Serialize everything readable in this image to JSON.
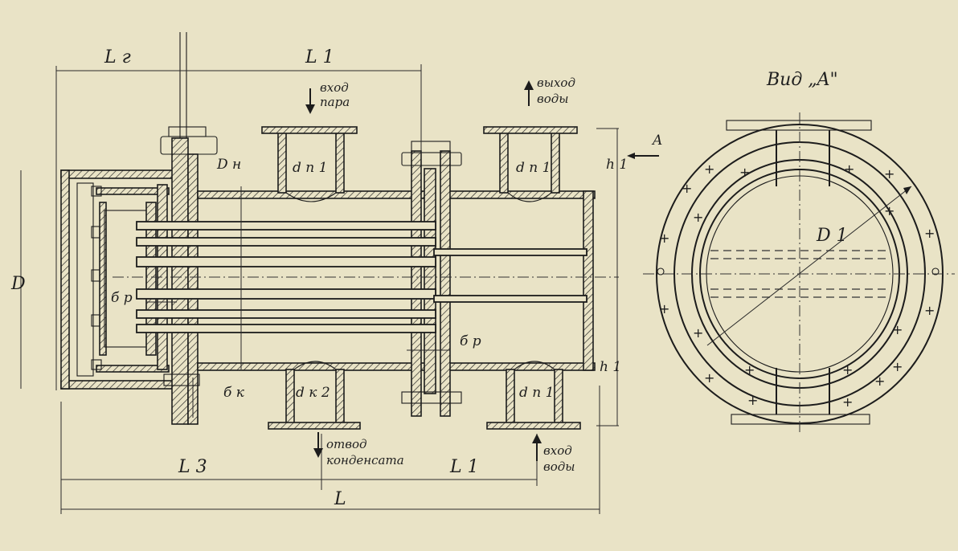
{
  "dimensions": {
    "L_g": "L г",
    "L1_top": "L 1",
    "L1_bottom": "L 1",
    "L3": "L 3",
    "L": "L",
    "D_left": "D",
    "D_n": "D н",
    "h1_top": "h 1",
    "h1_bottom": "h 1",
    "d_p1": "d п 1",
    "d_n1_top": "d п 1",
    "d_k2": "d к 2",
    "d_n1_bottom": "d п 1",
    "delta_p_left": "б р",
    "delta_p_right": "б р",
    "delta_k": "б к",
    "D1": "D 1"
  },
  "labels": {
    "steam_in_1": "вход",
    "steam_in_2": "пара",
    "water_out_1": "выход",
    "water_out_2": "воды",
    "condensate_1": "отвод",
    "condensate_2": "конденсата",
    "water_in_1": "вход",
    "water_in_2": "воды",
    "view_a_title": "Вид „A\"",
    "view_a_marker": "A"
  }
}
